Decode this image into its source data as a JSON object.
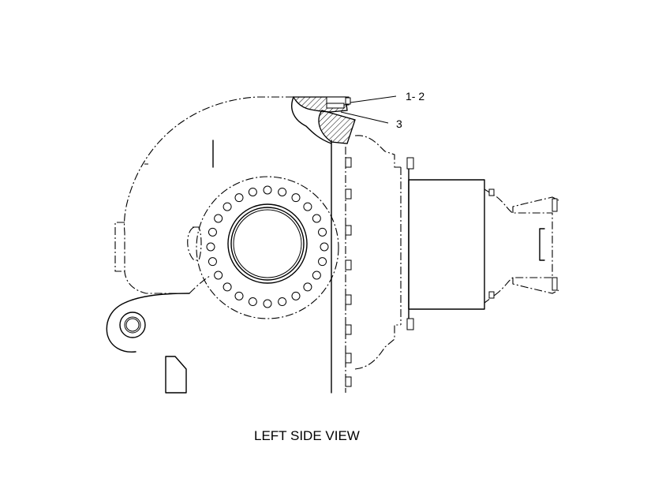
{
  "callouts": [
    {
      "id": "callout-1-2",
      "text": "1- 2"
    },
    {
      "id": "callout-3",
      "text": "3"
    }
  ],
  "caption": "LEFT SIDE VIEW"
}
